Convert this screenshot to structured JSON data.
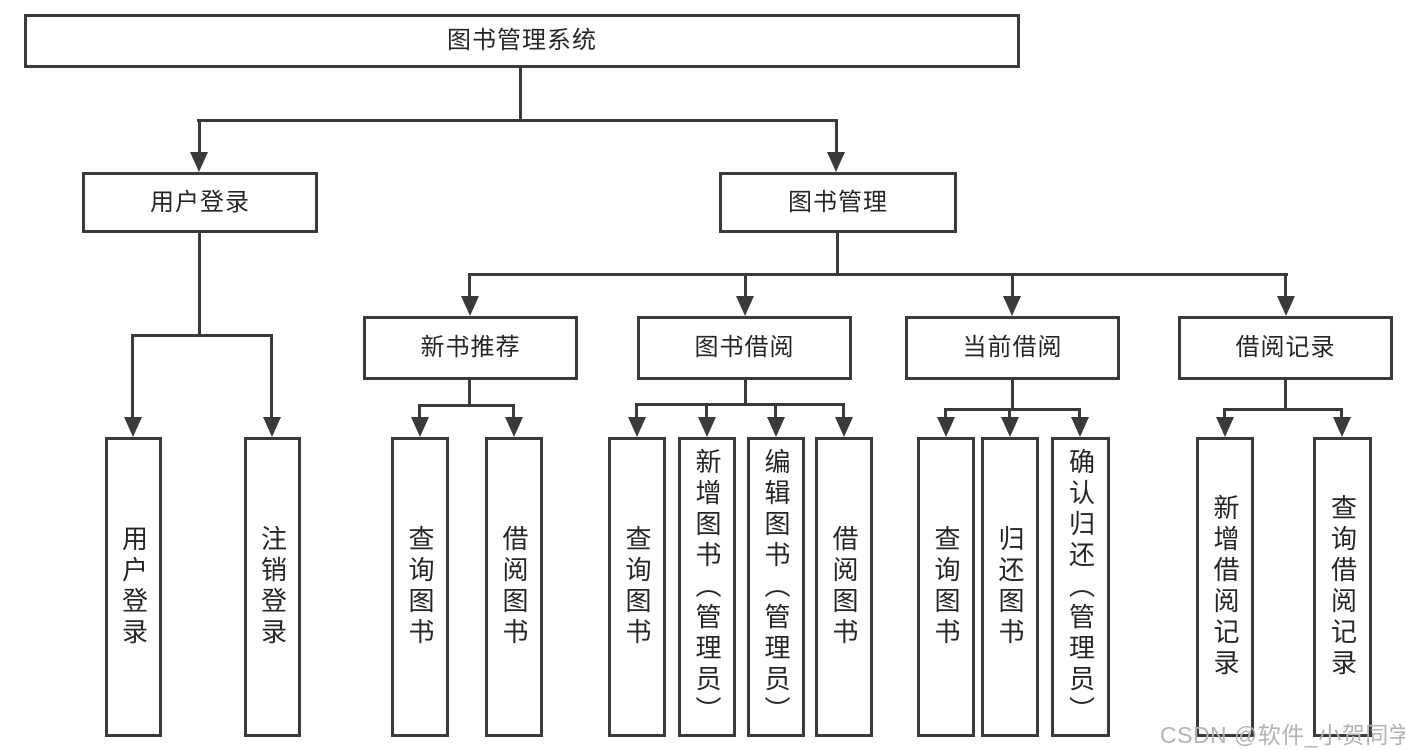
{
  "diagram": {
    "root": {
      "label": "图书管理系统",
      "children": [
        {
          "label": "用户登录",
          "children": [
            {
              "label": "用户登录"
            },
            {
              "label": "注销登录"
            }
          ]
        },
        {
          "label": "图书管理",
          "children": [
            {
              "label": "新书推荐",
              "children": [
                {
                  "label": "查询图书"
                },
                {
                  "label": "借阅图书"
                }
              ]
            },
            {
              "label": "图书借阅",
              "children": [
                {
                  "label": "查询图书"
                },
                {
                  "label": "新增图书（管理员）"
                },
                {
                  "label": "编辑图书（管理员）"
                },
                {
                  "label": "借阅图书"
                }
              ]
            },
            {
              "label": "当前借阅",
              "children": [
                {
                  "label": "查询图书"
                },
                {
                  "label": "归还图书"
                },
                {
                  "label": "确认归还（管理员）"
                }
              ]
            },
            {
              "label": "借阅记录",
              "children": [
                {
                  "label": "新增借阅记录"
                },
                {
                  "label": "查询借阅记录"
                }
              ]
            }
          ]
        }
      ]
    }
  },
  "watermark": {
    "text": "CSDN @软件_小贺同学"
  },
  "colors": {
    "line": "#3a3a3a",
    "box_border": "#3a3a3a",
    "text": "#262626",
    "watermark": "#b3b3b3",
    "background": "#ffffff"
  }
}
